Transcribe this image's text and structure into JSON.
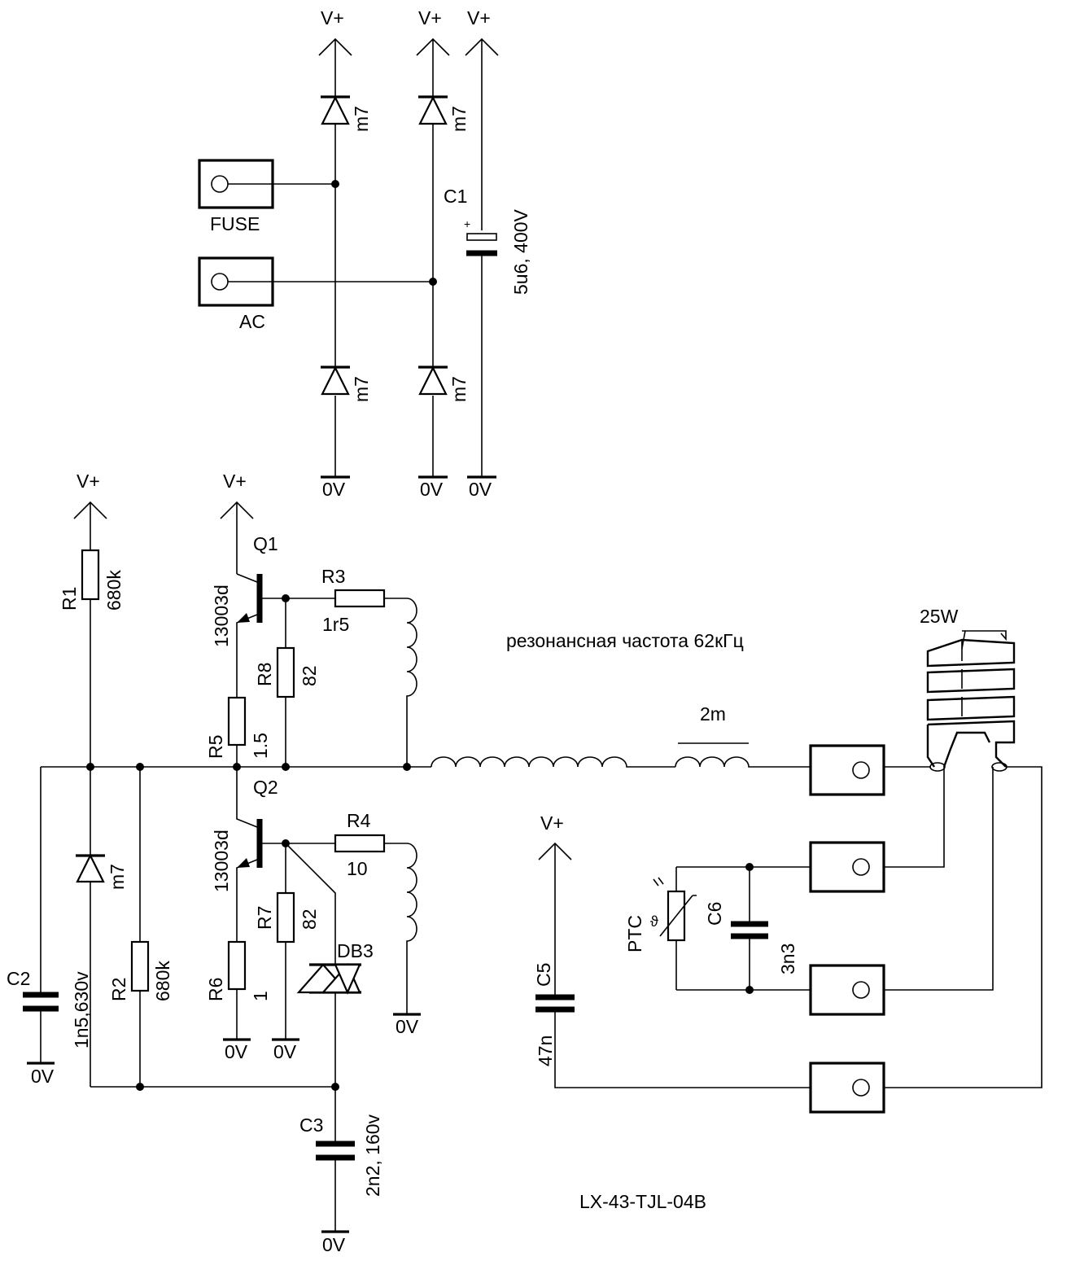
{
  "schematic": {
    "title": "LX-43-TJL-04B",
    "note": "резонансная частота 62кГц",
    "rail_label": "V+",
    "ground_label": "0V",
    "connectors": {
      "fuse": "FUSE",
      "ac": "AC"
    },
    "diodes": {
      "part": "m7"
    },
    "c1": {
      "ref": "C1",
      "value": "5u6, 400V"
    },
    "r1": {
      "ref": "R1",
      "value": "680k"
    },
    "r2": {
      "ref": "R2",
      "value": "680k"
    },
    "c2": {
      "ref": "C2",
      "value": "1n5,630v"
    },
    "q1": {
      "ref": "Q1",
      "part": "13003d"
    },
    "q2": {
      "ref": "Q2",
      "part": "13003d"
    },
    "r3": {
      "ref": "R3",
      "value": "1r5"
    },
    "r4": {
      "ref": "R4",
      "value": "10"
    },
    "r5": {
      "ref": "R5",
      "value": "1.5"
    },
    "r6": {
      "ref": "R6",
      "value": "1"
    },
    "r7": {
      "ref": "R7",
      "value": "82"
    },
    "r8": {
      "ref": "R8",
      "value": "82"
    },
    "db3": {
      "ref": "DB3"
    },
    "c3": {
      "ref": "C3",
      "value": "2n2, 160v"
    },
    "l1": {
      "value": "2m"
    },
    "lamp": {
      "power": "25W"
    },
    "ptc": {
      "ref": "PTC"
    },
    "c6": {
      "ref": "C6",
      "value": "3n3"
    },
    "c5": {
      "ref": "C5",
      "value": "47n"
    }
  }
}
